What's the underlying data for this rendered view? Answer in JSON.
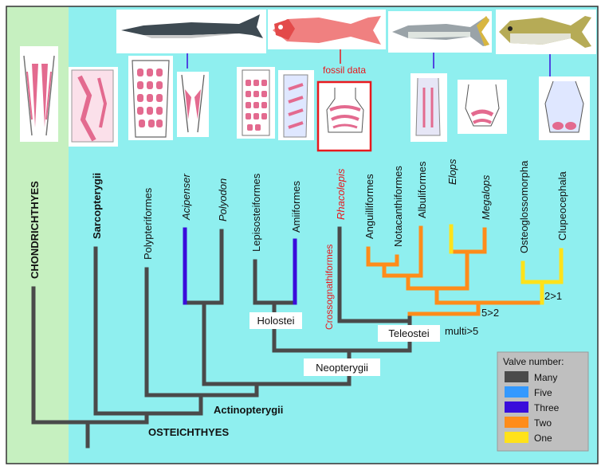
{
  "outgroup": "CHONDRICHTHYES",
  "root_clade": "OSTEICHTHYES",
  "clades": {
    "actinopterygii": "Actinopterygii",
    "neopterygii": "Neopterygii",
    "holostei": "Holostei",
    "teleostei": "Teleostei"
  },
  "taxa": [
    "Sarcopterygii",
    "Polypteriformes",
    "Acipenser",
    "Polyodon",
    "Lepisosteiformes",
    "Amiiformes",
    "Rhacolepis",
    "Crossognathiformes",
    "Anguilliformes",
    "Notacanthiformes",
    "Albuliformes",
    "Elops",
    "Megalops",
    "Osteoglossomorpha",
    "Clupeocephala"
  ],
  "fossil_label": "fossil data",
  "transitions": [
    "2>1",
    "5>2",
    "multi>5"
  ],
  "legend": {
    "title": "Valve number:",
    "items": [
      {
        "label": "Many",
        "color": "#4a4a4a"
      },
      {
        "label": "Five",
        "color": "#3399ff"
      },
      {
        "label": "Three",
        "color": "#3a0ddb"
      },
      {
        "label": "Two",
        "color": "#ff8c1a"
      },
      {
        "label": "One",
        "color": "#ffe21a"
      }
    ]
  },
  "colors": {
    "outgroup_panel": "#c6f0c0",
    "main_panel": "#8fefef",
    "fossil_red": "#e8191e",
    "valve_pink": "#e36a8f"
  }
}
